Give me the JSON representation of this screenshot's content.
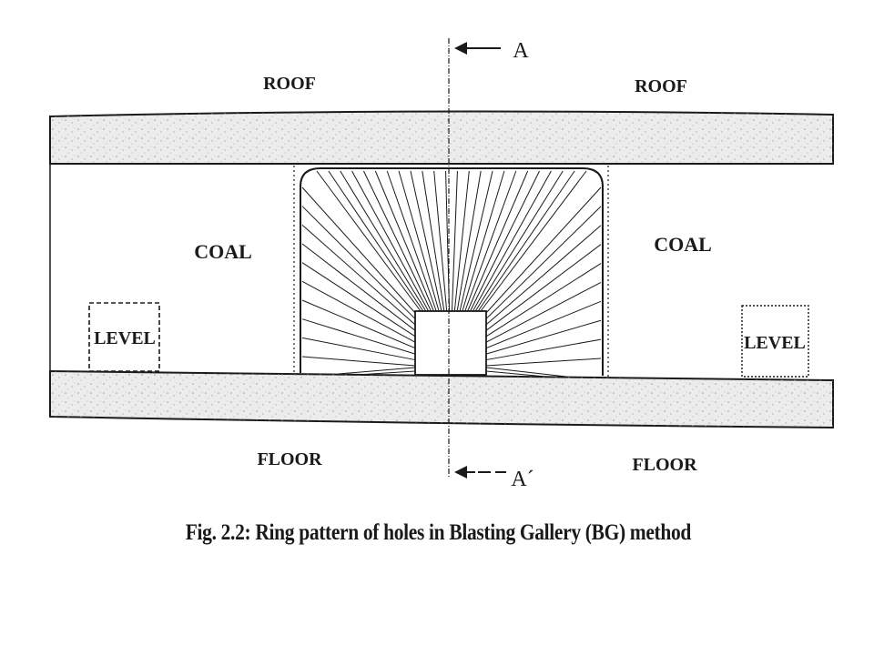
{
  "labels": {
    "roof_left": "ROOF",
    "roof_right": "ROOF",
    "coal_left": "COAL",
    "coal_right": "COAL",
    "level_left": "LEVEL",
    "level_right": "LEVEL",
    "floor_left": "FLOOR",
    "floor_right": "FLOOR",
    "section_top": "A",
    "section_bottom": "A´"
  },
  "caption": "Fig. 2.2: Ring pattern of holes in Blasting Gallery (BG) method",
  "colors": {
    "ink": "#1a1a1a",
    "rock_band": "#ececec",
    "rock_speckle": "#9a9a9a",
    "background": "#ffffff"
  }
}
